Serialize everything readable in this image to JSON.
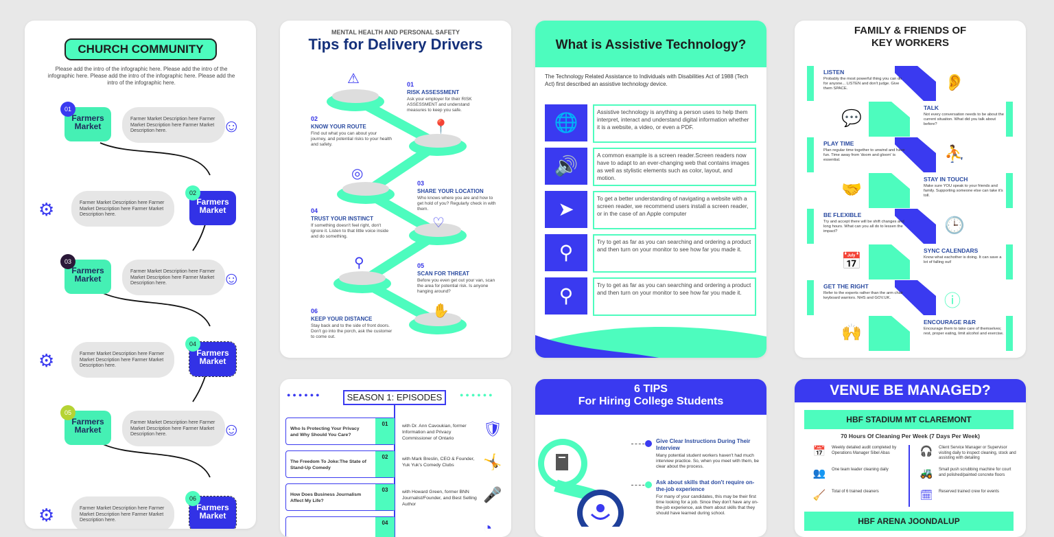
{
  "colors": {
    "blue": "#3a3af0",
    "green": "#4dfcbe",
    "navy": "#14307a",
    "background": "#e8e8e8"
  },
  "church": {
    "title": "CHURCH COMMUNITY",
    "intro": "Please add the intro of the infographic here. Please add the intro of the infographic here. Please add the intro of the infographic here. Please add the intro of the infographic here.",
    "steps": [
      {
        "num": "01",
        "label": "Farmers Market",
        "desc": "Farmer Market Description here Farmer Market Description here Farmer Market Description here.",
        "icon": "people-flag-icon"
      },
      {
        "num": "02",
        "label": "Farmers Market",
        "desc": "Farmer Market Description here Farmer Market Description here Farmer Market Description here.",
        "icon": "gears-icon"
      },
      {
        "num": "03",
        "label": "Farmers Market",
        "desc": "Farmer Market Description here Farmer Market Description here Farmer Market Description here.",
        "icon": "hands-together-icon"
      },
      {
        "num": "04",
        "label": "Farmers Market",
        "desc": "Farmer Market Description here Farmer Market Description here Farmer Market Description here.",
        "icon": "handshake-icon"
      },
      {
        "num": "05",
        "label": "Farmers Market",
        "desc": "Farmer Market Description here Farmer Market Description here Farmer Market Description here.",
        "icon": "people-circles-icon"
      },
      {
        "num": "06",
        "label": "Farmers Market",
        "desc": "Farmer Market Description here Farmer Market Description here Farmer Market Description here.",
        "icon": "puzzle-icon"
      }
    ]
  },
  "delivery": {
    "subtitle": "MENTAL HEALTH AND PERSONAL SAFETY",
    "title": "Tips for Delivery Drivers",
    "steps": [
      {
        "num": "01",
        "heading": "RISK ASSESSMENT",
        "text": "Ask your employer for their RISK ASSESSMENT and understand measures to keep you safe.",
        "icon": "alert-search-icon"
      },
      {
        "num": "02",
        "heading": "KNOW YOUR ROUTE",
        "text": "Find out what you can about your journey, and potential risks to your health and safety.",
        "icon": "route-icon"
      },
      {
        "num": "03",
        "heading": "SHARE YOUR LOCATION",
        "text": "Who knows where you are and how to get hold of you? Regularly check in with them.",
        "icon": "location-icon"
      },
      {
        "num": "04",
        "heading": "TRUST YOUR INSTINCT",
        "text": "If something doesn't feel right, don't ignore it. Listen to that little voice inside and do something.",
        "icon": "heart-handshake-icon"
      },
      {
        "num": "05",
        "heading": "SCAN FOR THREAT",
        "text": "Before you even get out your van, scan the area for potential risk. Is anyone hanging around?",
        "icon": "magnifier-icon"
      },
      {
        "num": "06",
        "heading": "KEEP YOUR DISTANCE",
        "text": "Stay back and to the side of front doors. Don't go into the porch, ask the customer to come out.",
        "icon": "hand-stop-icon"
      }
    ]
  },
  "assistive": {
    "title": "What is Assistive Technology?",
    "intro": "The Technology Related Assistance to Individuals with Disabilities Act of 1988 (Tech Act) first described an assistive technology device.",
    "items": [
      {
        "icon": "globe-laptop-icon",
        "glyph": "🌐",
        "text": "Assistive technology is anything a person uses to help them interpret, interact and understand digital information whether it is a website, a video, or even a PDF."
      },
      {
        "icon": "monitor-speaker-icon",
        "glyph": "🔊",
        "text": "A common example is a screen reader.Screen readers now have to adapt to an ever-changing web that contains images as well as stylistic elements such as color, layout, and motion."
      },
      {
        "icon": "navigation-icon",
        "glyph": "➤",
        "text": "To get a better understanding of navigating a website with a screen reader, we recommend users install a screen reader, or in the case of an Apple computer"
      },
      {
        "icon": "search-icon",
        "glyph": "⚲",
        "text": "Try to get as far as you can searching and ordering a product and then turn on your monitor to see how far you made it."
      },
      {
        "icon": "search-icon",
        "glyph": "⚲",
        "text": "Try to get as far as you can searching and ordering a product and then turn on your monitor to see how far you made it."
      }
    ]
  },
  "family": {
    "title_line1": "FAMILY & FRIENDS OF",
    "title_line2": "KEY WORKERS",
    "items": [
      {
        "heading": "LISTEN",
        "text": "Probably the most powerful thing you can do for anyone... LISTEN and don't judge. Give them SPACE.",
        "icon": "ear-icon",
        "glyph": "👂"
      },
      {
        "heading": "TALK",
        "text": "Not every conversation needs to be about the current situation. What did you talk about before?",
        "icon": "chat-person-icon",
        "glyph": "💬"
      },
      {
        "heading": "PLAY TIME",
        "text": "Plan regular time together to unwind and have fun. Time away from 'doom and gloom' is essential.",
        "icon": "kids-playing-icon",
        "glyph": "⛹"
      },
      {
        "heading": "STAY IN TOUCH",
        "text": "Make sure YOU speak to your friends and family. Supporting someone else can take it's toll.",
        "icon": "handshake-icon",
        "glyph": "🤝"
      },
      {
        "heading": "BE FLEXIBLE",
        "text": "Try and accept there will be shift changes and long hours. What can you all do to lessen the impact?",
        "icon": "clock-icon",
        "glyph": "🕒"
      },
      {
        "heading": "SYNC CALENDARS",
        "text": "Know what eachother is doing. It can save a lot of falling out!",
        "icon": "calendar-icon",
        "glyph": "📅"
      },
      {
        "heading": "GET THE RIGHT",
        "text": "Refer to the experts rather than the arm chair keyboard warriors. NHS and GOV.UK.",
        "icon": "info-icon",
        "glyph": "ⓘ"
      },
      {
        "heading": "ENCOURAGE R&R",
        "text": "Encourage them to take care of themselves; rest, proper eating, limit alcohol and exercise.",
        "icon": "hands-wash-icon",
        "glyph": "🙌"
      }
    ]
  },
  "episodes": {
    "title": "SEASON 1: EPISODES",
    "items": [
      {
        "num": "01",
        "title": "Who Is Protecting Your Privacy and Why Should You Care?",
        "guest": "with Dr. Ann Cavoukian, former Information and Privacy Commissioner of Ontario",
        "icon": "shield-lock-icon",
        "glyph": "🛡"
      },
      {
        "num": "02",
        "title": "The Freedom To Joke:The State of Stand-Up Comedy",
        "guest": "with Mark Breslin, CEO & Founder, Yuk Yuk's Comedy Clubs",
        "icon": "comedians-icon",
        "glyph": "🤸"
      },
      {
        "num": "03",
        "title": "How Does Business Journalism Affect My Life?",
        "guest": "with Howard Green, former BNN Journalist/Founder, and Best Selling Author",
        "icon": "journalist-icon",
        "glyph": "🎤"
      },
      {
        "num": "04",
        "title": "",
        "guest": "",
        "icon": "clock-icon",
        "glyph": "◔"
      }
    ]
  },
  "hiring": {
    "title_line1": "6 TIPS",
    "title_line2": "For Hiring College Students",
    "tips": [
      {
        "heading": "Give Clear Instructions During Their Interview",
        "text": "Many potential student workers haven't had much interview practice. So, when you meet with them, be clear about the process.",
        "icon": "document-gear-icon"
      },
      {
        "heading": "Ask about skills that don't require on-the-job experience",
        "text": "For many of your candidates, this may be their first time looking for a job. Since they don't have any on-the-job experience, ask them about skills that they should have learned during school.",
        "icon": "hands-gear-icon"
      }
    ]
  },
  "venue": {
    "title": "VENUE BE MANAGED?",
    "section1": "HBF STADIUM MT CLAREMONT",
    "subtitle": "70 Hours Of Cleaning Per Week (7 Days Per Week)",
    "left": [
      {
        "icon": "calendar-7-icon",
        "glyph": "📅",
        "text": "Weekly detailed audit completed by Operations Manager Sibel Abas"
      },
      {
        "icon": "team-leader-icon",
        "glyph": "👥",
        "text": "One team leader cleaning daily"
      },
      {
        "icon": "cleaner-icon",
        "glyph": "🧹",
        "text": "Total of 6 trained cleaners"
      }
    ],
    "right": [
      {
        "icon": "headset-manager-icon",
        "glyph": "🎧",
        "text": "Client Service Manager or Supervisor visiting daily to inspect cleaning, stock and assisting with detailing"
      },
      {
        "icon": "scrubber-machine-icon",
        "glyph": "🚜",
        "text": "Small push scrubbing machine for court and polished/painted concrete floors"
      },
      {
        "icon": "calendar-check-icon",
        "glyph": "🗓",
        "text": "Reserved trained crew for events"
      }
    ],
    "section2": "HBF ARENA JOONDALUP"
  }
}
